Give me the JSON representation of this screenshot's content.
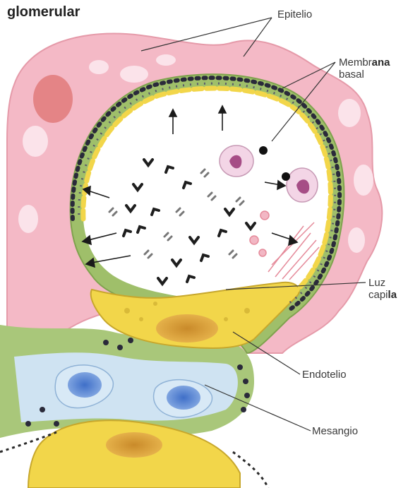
{
  "title": "glomerular",
  "labels": {
    "epitelio": "Epitelio",
    "membrana_line1_pre": "Membr",
    "membrana_line1_bold": "ana",
    "membrana_line2": "basal",
    "luz_line1": "Luz",
    "luz_line2_pre": "capi",
    "luz_line2_bold": "la",
    "endotelio": "Endotelio",
    "mesangio": "Mesangio"
  },
  "colors": {
    "epithelium": "#f4b9c6",
    "basement_membrane": "#9fbf6a",
    "endothelium": "#f2d64a",
    "mesangium": "#cfe3f2",
    "nucleus_blue": "#5a86cf",
    "nucleus_pink": "#e07a7a",
    "particles": "#1e1e1e"
  }
}
